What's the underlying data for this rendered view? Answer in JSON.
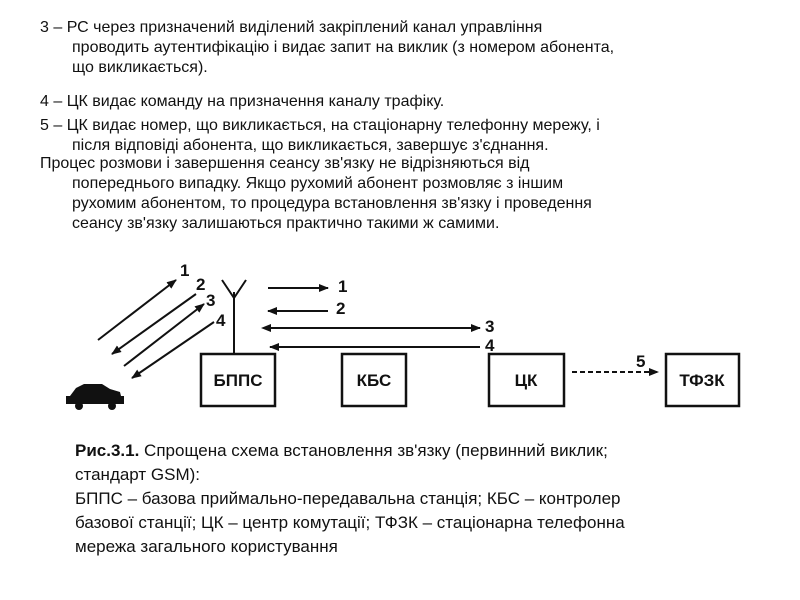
{
  "text": {
    "p3": [
      "3 – РС через призначений виділений закріплений канал управління",
      "проводить аутентифікацію і видає запит на виклик (з номером абонента,",
      "що викликається)."
    ],
    "p4": [
      "4 – ЦК видає команду на призначення каналу трафіку."
    ],
    "p5": [
      "5 – ЦК видає номер, що викликається, на стаціонарну телефонну мережу, і",
      "після відповіді абонента, що викликається, завершує з'єднання."
    ],
    "p6": [
      "Процес розмови і завершення сеансу зв'язку не відрізняються від",
      "попереднього випадку. Якщо рухомий абонент розмовляє з іншим",
      "рухомим абонентом, то процедура встановлення зв'язку і проведення",
      "сеансу зв'язку залишаються практично такими ж самими."
    ]
  },
  "diagram": {
    "blocks": {
      "bpps": "БППС",
      "kbs": "КБС",
      "ck": "ЦК",
      "tfzk": "ТФЗК"
    },
    "radio_labels": [
      "1",
      "2",
      "3",
      "4"
    ],
    "arrow_labels": [
      "1",
      "2",
      "3",
      "4",
      "5"
    ]
  },
  "caption": {
    "fig_label": "Рис.3.1.",
    "line1": " Спрощена схема встановлення зв'язку (первинний виклик;",
    "line2": "стандарт GSM):",
    "line3": "БППС – базова приймально-передавальна станція; КБС – контролер",
    "line4": "базової станції; ЦК – центр комутації; ТФЗК – стаціонарна телефонна",
    "line5": "мережа загального користування"
  }
}
